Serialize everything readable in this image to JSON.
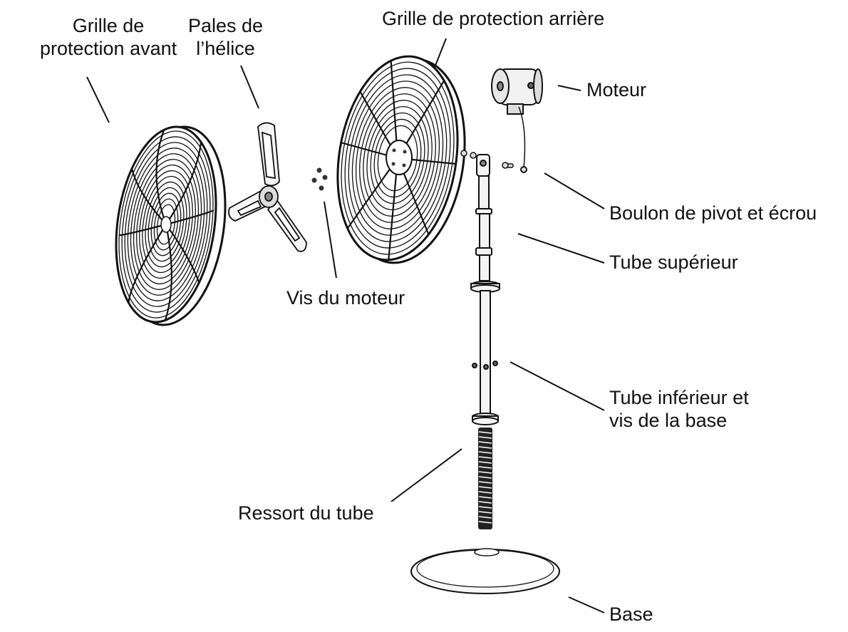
{
  "labels": {
    "front_guard_line1": "Grille de",
    "front_guard_line2": "protection avant",
    "blades_line1": "Pales de",
    "blades_line2": "l’hélice",
    "rear_guard": "Grille de protection arrière",
    "motor": "Moteur",
    "pivot_bolt": "Boulon de pivot et écrou",
    "upper_tube": "Tube supérieur",
    "motor_screws": "Vis du moteur",
    "lower_tube_line1": "Tube inférieur et",
    "lower_tube_line2": "vis de la base",
    "spring": "Ressort du tube",
    "base": "Base"
  },
  "colors": {
    "ink": "#111111",
    "paper": "#ffffff",
    "part_fill": "#f4f4f4"
  }
}
